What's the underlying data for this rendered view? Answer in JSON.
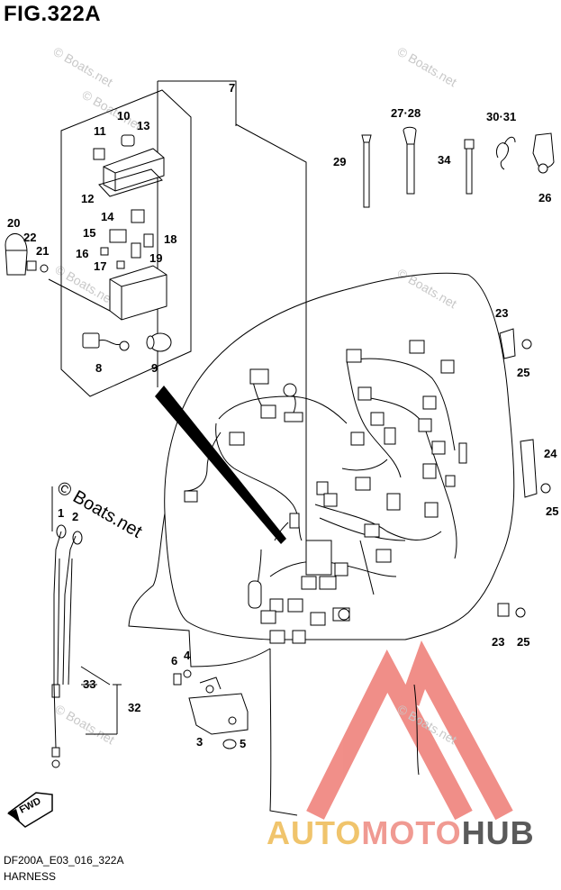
{
  "figure": {
    "title": "FIG.322A",
    "code": "DF200A_E03_016_322A",
    "caption": "HARNESS"
  },
  "watermarks": {
    "small": "© Boats.net",
    "large": "© Boats.net"
  },
  "brand": {
    "part1": "AUTO",
    "part2": "MOTO",
    "part3": "HUB",
    "colors": {
      "auto": "#f0c46c",
      "moto": "#f09a92",
      "hub": "#5a5a5a",
      "triangle": "#ee7b74"
    }
  },
  "direction_badge": "FWD",
  "callouts": {
    "c1": "1",
    "c2": "2",
    "c3": "3",
    "c4": "4",
    "c5": "5",
    "c6": "6",
    "c7": "7",
    "c8": "8",
    "c9": "9",
    "c10": "10",
    "c11": "11",
    "c12": "12",
    "c13": "13",
    "c14": "14",
    "c15": "15",
    "c16": "16",
    "c17": "17",
    "c18": "18",
    "c19": "19",
    "c20": "20",
    "c21": "21",
    "c22": "22",
    "c23a": "23",
    "c23b": "23",
    "c24": "24",
    "c25a": "25",
    "c25b": "25",
    "c25c": "25",
    "c26": "26",
    "c2728": "27·28",
    "c29": "29",
    "c3031": "30·31",
    "c32": "32",
    "c33": "33",
    "c34": "34"
  }
}
